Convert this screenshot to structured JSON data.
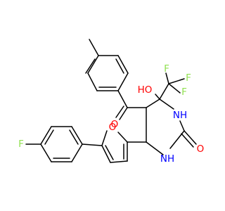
{
  "molecule": {
    "colors": {
      "bond": "#000000",
      "oxygen": "#ff0000",
      "nitrogen": "#0000ff",
      "fluorine": "#90e050",
      "background": "#ffffff"
    },
    "labels": {
      "o_carbonyl_ketone": "O",
      "ho_hydroxyl": "HO",
      "f_cf3_1": "F",
      "f_cf3_2": "F",
      "f_cf3_3": "F",
      "nh_upper": "NH",
      "o_urea": "O",
      "nh_lower": "NH",
      "o_furan": "O",
      "f_aryl": "F"
    }
  }
}
